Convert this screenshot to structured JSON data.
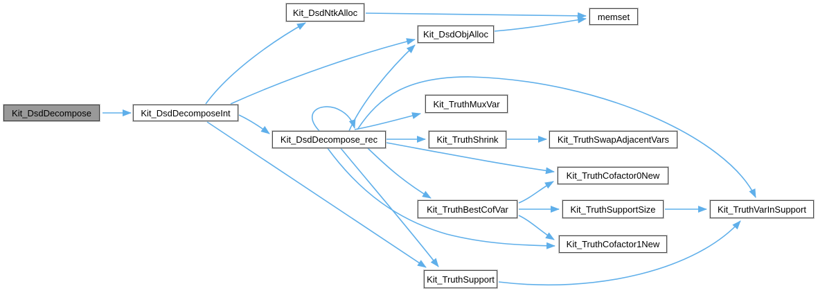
{
  "diagram": {
    "kind": "call-graph",
    "root_function": "Kit_DsdDecompose",
    "nodes": [
      {
        "label": "Kit_DsdDecompose",
        "highlighted": true
      },
      {
        "label": "Kit_DsdDecomposeInt",
        "highlighted": false
      },
      {
        "label": "Kit_DsdNtkAlloc",
        "highlighted": false
      },
      {
        "label": "Kit_DsdObjAlloc",
        "highlighted": false
      },
      {
        "label": "memset",
        "highlighted": false
      },
      {
        "label": "Kit_DsdDecompose_rec",
        "highlighted": false
      },
      {
        "label": "Kit_TruthMuxVar",
        "highlighted": false
      },
      {
        "label": "Kit_TruthShrink",
        "highlighted": false
      },
      {
        "label": "Kit_TruthSwapAdjacentVars",
        "highlighted": false
      },
      {
        "label": "Kit_TruthCofactor0New",
        "highlighted": false
      },
      {
        "label": "Kit_TruthBestCofVar",
        "highlighted": false
      },
      {
        "label": "Kit_TruthSupportSize",
        "highlighted": false
      },
      {
        "label": "Kit_TruthVarInSupport",
        "highlighted": false
      },
      {
        "label": "Kit_TruthCofactor1New",
        "highlighted": false
      },
      {
        "label": "Kit_TruthSupport",
        "highlighted": false
      }
    ],
    "edges": [
      {
        "from": "Kit_DsdDecompose",
        "to": "Kit_DsdDecomposeInt"
      },
      {
        "from": "Kit_DsdDecomposeInt",
        "to": "Kit_DsdNtkAlloc"
      },
      {
        "from": "Kit_DsdDecomposeInt",
        "to": "Kit_DsdObjAlloc"
      },
      {
        "from": "Kit_DsdDecomposeInt",
        "to": "Kit_DsdDecompose_rec"
      },
      {
        "from": "Kit_DsdDecomposeInt",
        "to": "Kit_TruthSupport"
      },
      {
        "from": "Kit_DsdNtkAlloc",
        "to": "memset"
      },
      {
        "from": "Kit_DsdObjAlloc",
        "to": "memset"
      },
      {
        "from": "Kit_DsdDecompose_rec",
        "to": "Kit_DsdDecompose_rec"
      },
      {
        "from": "Kit_DsdDecompose_rec",
        "to": "Kit_DsdObjAlloc"
      },
      {
        "from": "Kit_DsdDecompose_rec",
        "to": "Kit_TruthMuxVar"
      },
      {
        "from": "Kit_DsdDecompose_rec",
        "to": "Kit_TruthShrink"
      },
      {
        "from": "Kit_DsdDecompose_rec",
        "to": "Kit_TruthCofactor0New"
      },
      {
        "from": "Kit_DsdDecompose_rec",
        "to": "Kit_TruthBestCofVar"
      },
      {
        "from": "Kit_DsdDecompose_rec",
        "to": "Kit_TruthCofactor1New"
      },
      {
        "from": "Kit_DsdDecompose_rec",
        "to": "Kit_TruthSupport"
      },
      {
        "from": "Kit_DsdDecompose_rec",
        "to": "Kit_TruthVarInSupport"
      },
      {
        "from": "Kit_TruthShrink",
        "to": "Kit_TruthSwapAdjacentVars"
      },
      {
        "from": "Kit_TruthBestCofVar",
        "to": "Kit_TruthCofactor0New"
      },
      {
        "from": "Kit_TruthBestCofVar",
        "to": "Kit_TruthSupportSize"
      },
      {
        "from": "Kit_TruthBestCofVar",
        "to": "Kit_TruthCofactor1New"
      },
      {
        "from": "Kit_TruthSupportSize",
        "to": "Kit_TruthVarInSupport"
      },
      {
        "from": "Kit_TruthSupport",
        "to": "Kit_TruthVarInSupport"
      }
    ]
  },
  "colors": {
    "edge": "#5fafea",
    "node_fill": "#ffffff",
    "node_border": "#4a4a4a",
    "highlight_fill": "#999999",
    "background": "#ffffff"
  }
}
